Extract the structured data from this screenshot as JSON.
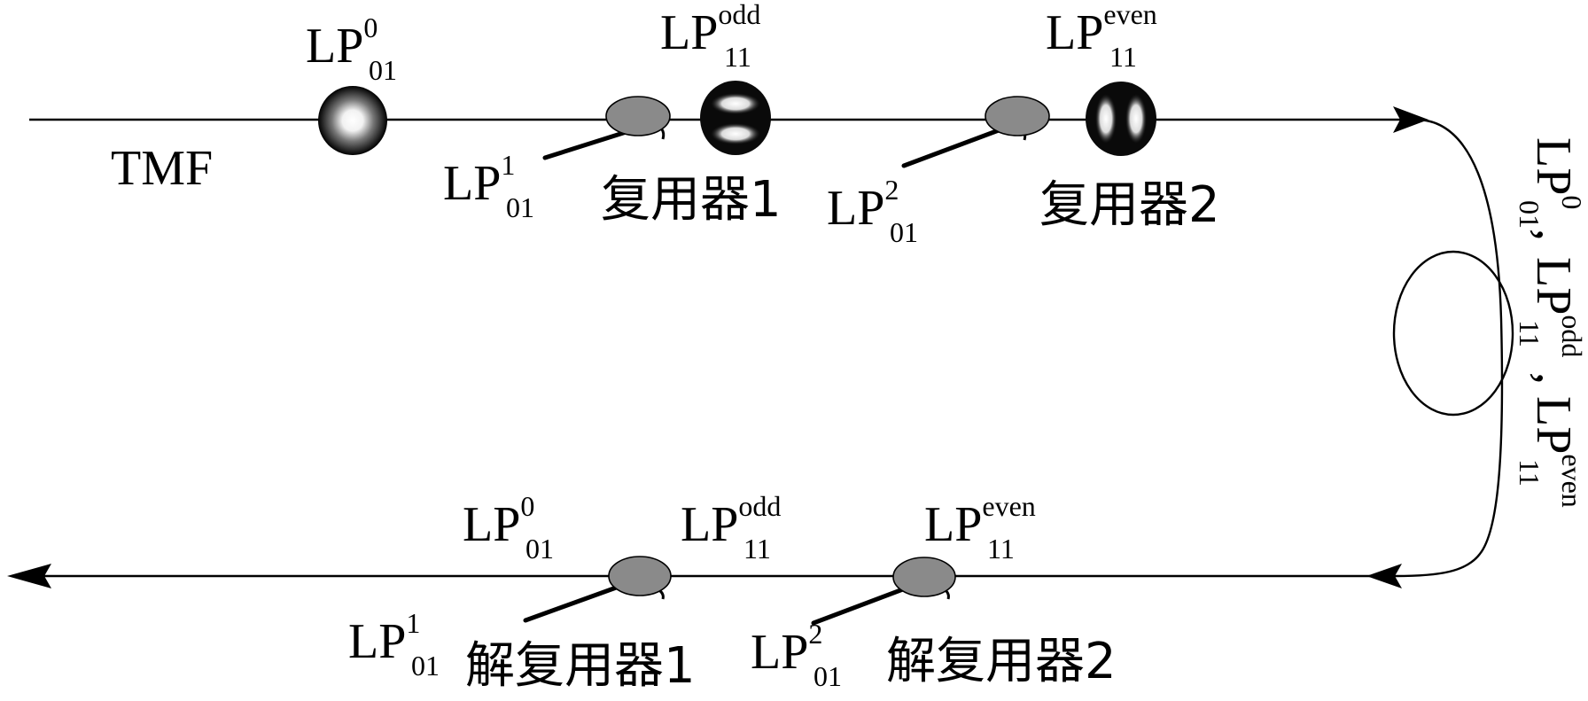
{
  "fiber_label": "TMF",
  "mode_base": "LP",
  "modes": {
    "lp01_0": {
      "sub": "01",
      "sup": "0"
    },
    "lp01_1": {
      "sub": "01",
      "sup": "1"
    },
    "lp01_2": {
      "sub": "01",
      "sup": "2"
    },
    "lp11_odd": {
      "sub": "11",
      "sup": "odd"
    },
    "lp11_even": {
      "sub": "11",
      "sup": "even"
    }
  },
  "devices": {
    "mux1": "复用器1",
    "mux2": "复用器2",
    "demux1": "解复用器1",
    "demux2": "解复用器2"
  },
  "separator": ","
}
